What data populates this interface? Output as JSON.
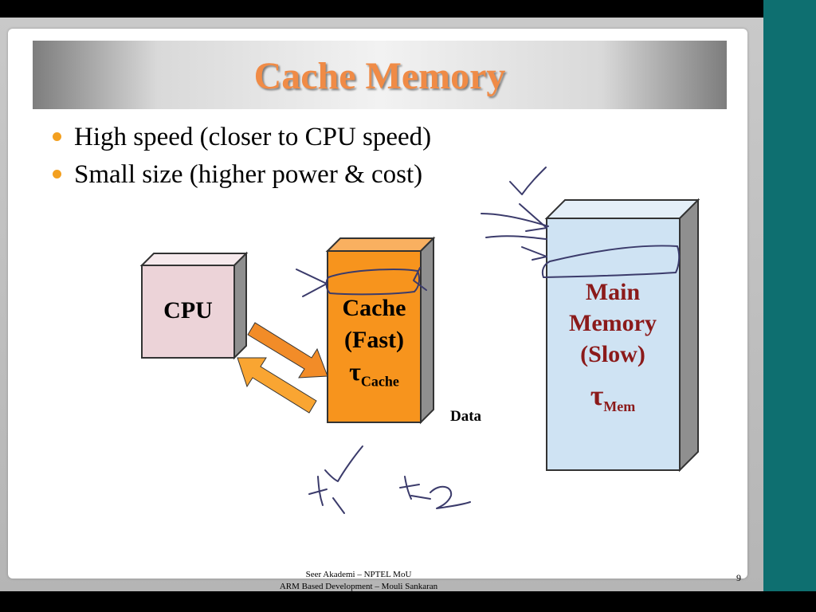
{
  "slide": {
    "title": "Cache Memory",
    "bullets": [
      "High speed (closer to CPU speed)",
      "Small size (higher power & cost)"
    ]
  },
  "diagram": {
    "cpu_label": "CPU",
    "cache_label_line1": "Cache",
    "cache_label_line2": "(Fast)",
    "cache_tau_symbol": "τ",
    "cache_tau_sub": "Cache",
    "memory_label_line1": "Main",
    "memory_label_line2": "Memory",
    "memory_label_line3": "(Slow)",
    "memory_tau_symbol": "τ",
    "memory_tau_sub": "Mem",
    "data_label": "Data"
  },
  "footer": {
    "line1": "Seer Akademi – NPTEL MoU",
    "line2": "ARM Based Development – Mouli Sankaran",
    "page_number": "9"
  },
  "colors": {
    "title": "#f08b46",
    "cpu_box": "#ecd3d8",
    "cache_box": "#f7941d",
    "memory_box": "#cfe3f3",
    "memory_text": "#8b1a1a",
    "teal_sidebar": "#0e6f70"
  }
}
